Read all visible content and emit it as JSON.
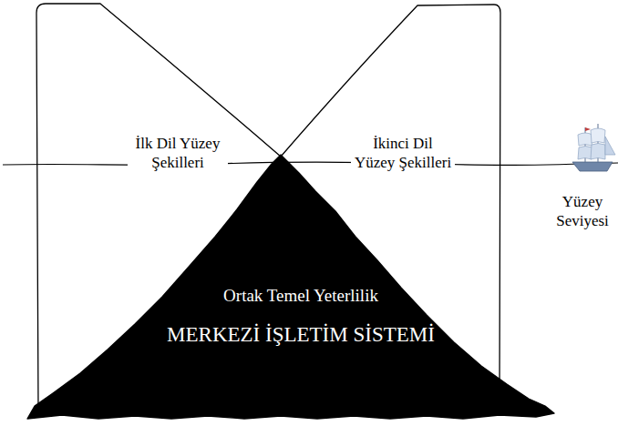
{
  "diagram": {
    "nodes": [
      {
        "text": [
          "İlk Dil Yüzey Şekilleri"
        ]
      },
      {
        "text": [
          "İkinci Dil Yüzey Şekilleri"
        ]
      },
      {
        "text": [
          "Ortak Temel Yeterlilik",
          "MERKEZİ İŞLETİM SİSTEMİ"
        ]
      }
    ],
    "labels": [
      "Yüzey Seviyesi"
    ]
  }
}
